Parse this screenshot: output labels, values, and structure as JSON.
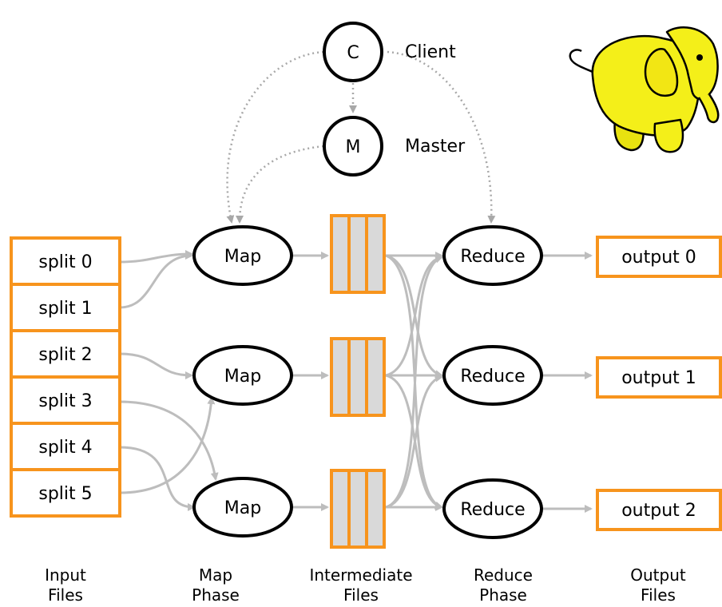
{
  "client": {
    "letter": "C",
    "label": "Client"
  },
  "master": {
    "letter": "M",
    "label": "Master"
  },
  "splits": [
    "split 0",
    "split 1",
    "split 2",
    "split 3",
    "split 4",
    "split 5"
  ],
  "map_label": "Map",
  "reduce_label": "Reduce",
  "outputs": [
    "output 0",
    "output 1",
    "output 2"
  ],
  "captions": {
    "input": [
      "Input",
      "Files"
    ],
    "map": [
      "Map",
      "Phase"
    ],
    "intermediate": [
      "Intermediate",
      "Files"
    ],
    "reduce": [
      "Reduce",
      "Phase"
    ],
    "output": [
      "Output",
      "Files"
    ]
  },
  "colors": {
    "box_border": "#f7941d",
    "arrow": "#bdbdbd",
    "elephant": "#f4ef19"
  },
  "logo": "hadoop-elephant"
}
